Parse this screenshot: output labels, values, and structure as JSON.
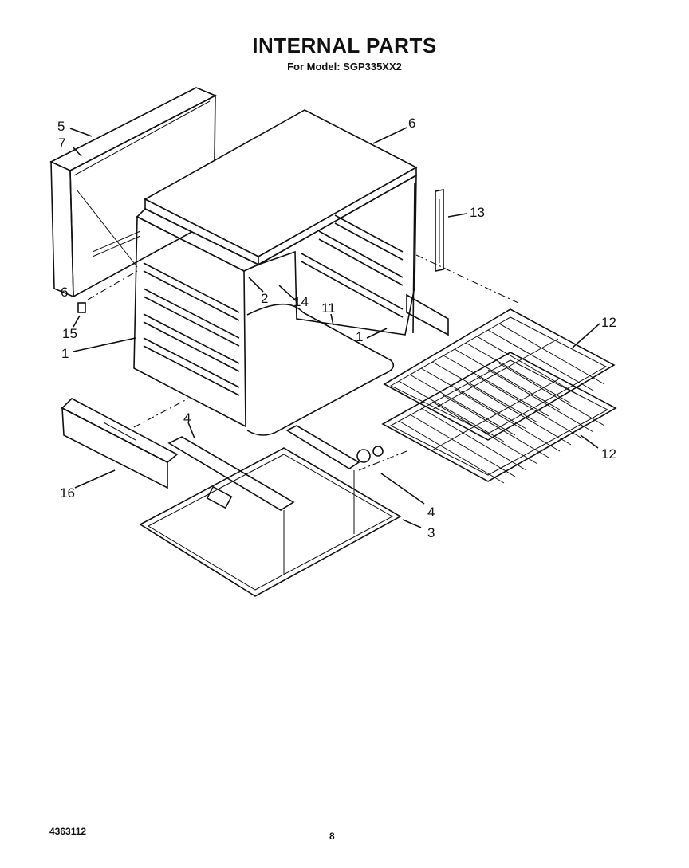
{
  "page": {
    "title": "INTERNAL PARTS",
    "subtitle": "For Model: SGP335XX2",
    "doc_number": "4363112",
    "page_number": "8"
  },
  "callouts": [
    {
      "id": "c5",
      "text": "5"
    },
    {
      "id": "c7",
      "text": "7"
    },
    {
      "id": "c6a",
      "text": "6"
    },
    {
      "id": "c6b",
      "text": "6"
    },
    {
      "id": "c13",
      "text": "13"
    },
    {
      "id": "c12a",
      "text": "12"
    },
    {
      "id": "c2",
      "text": "2"
    },
    {
      "id": "c14",
      "text": "14"
    },
    {
      "id": "c11",
      "text": "11"
    },
    {
      "id": "c1a",
      "text": "1"
    },
    {
      "id": "c15",
      "text": "15"
    },
    {
      "id": "c1b",
      "text": "1"
    },
    {
      "id": "c4a",
      "text": "4"
    },
    {
      "id": "c12b",
      "text": "12"
    },
    {
      "id": "c16",
      "text": "16"
    },
    {
      "id": "c4b",
      "text": "4"
    },
    {
      "id": "c3",
      "text": "3"
    }
  ]
}
